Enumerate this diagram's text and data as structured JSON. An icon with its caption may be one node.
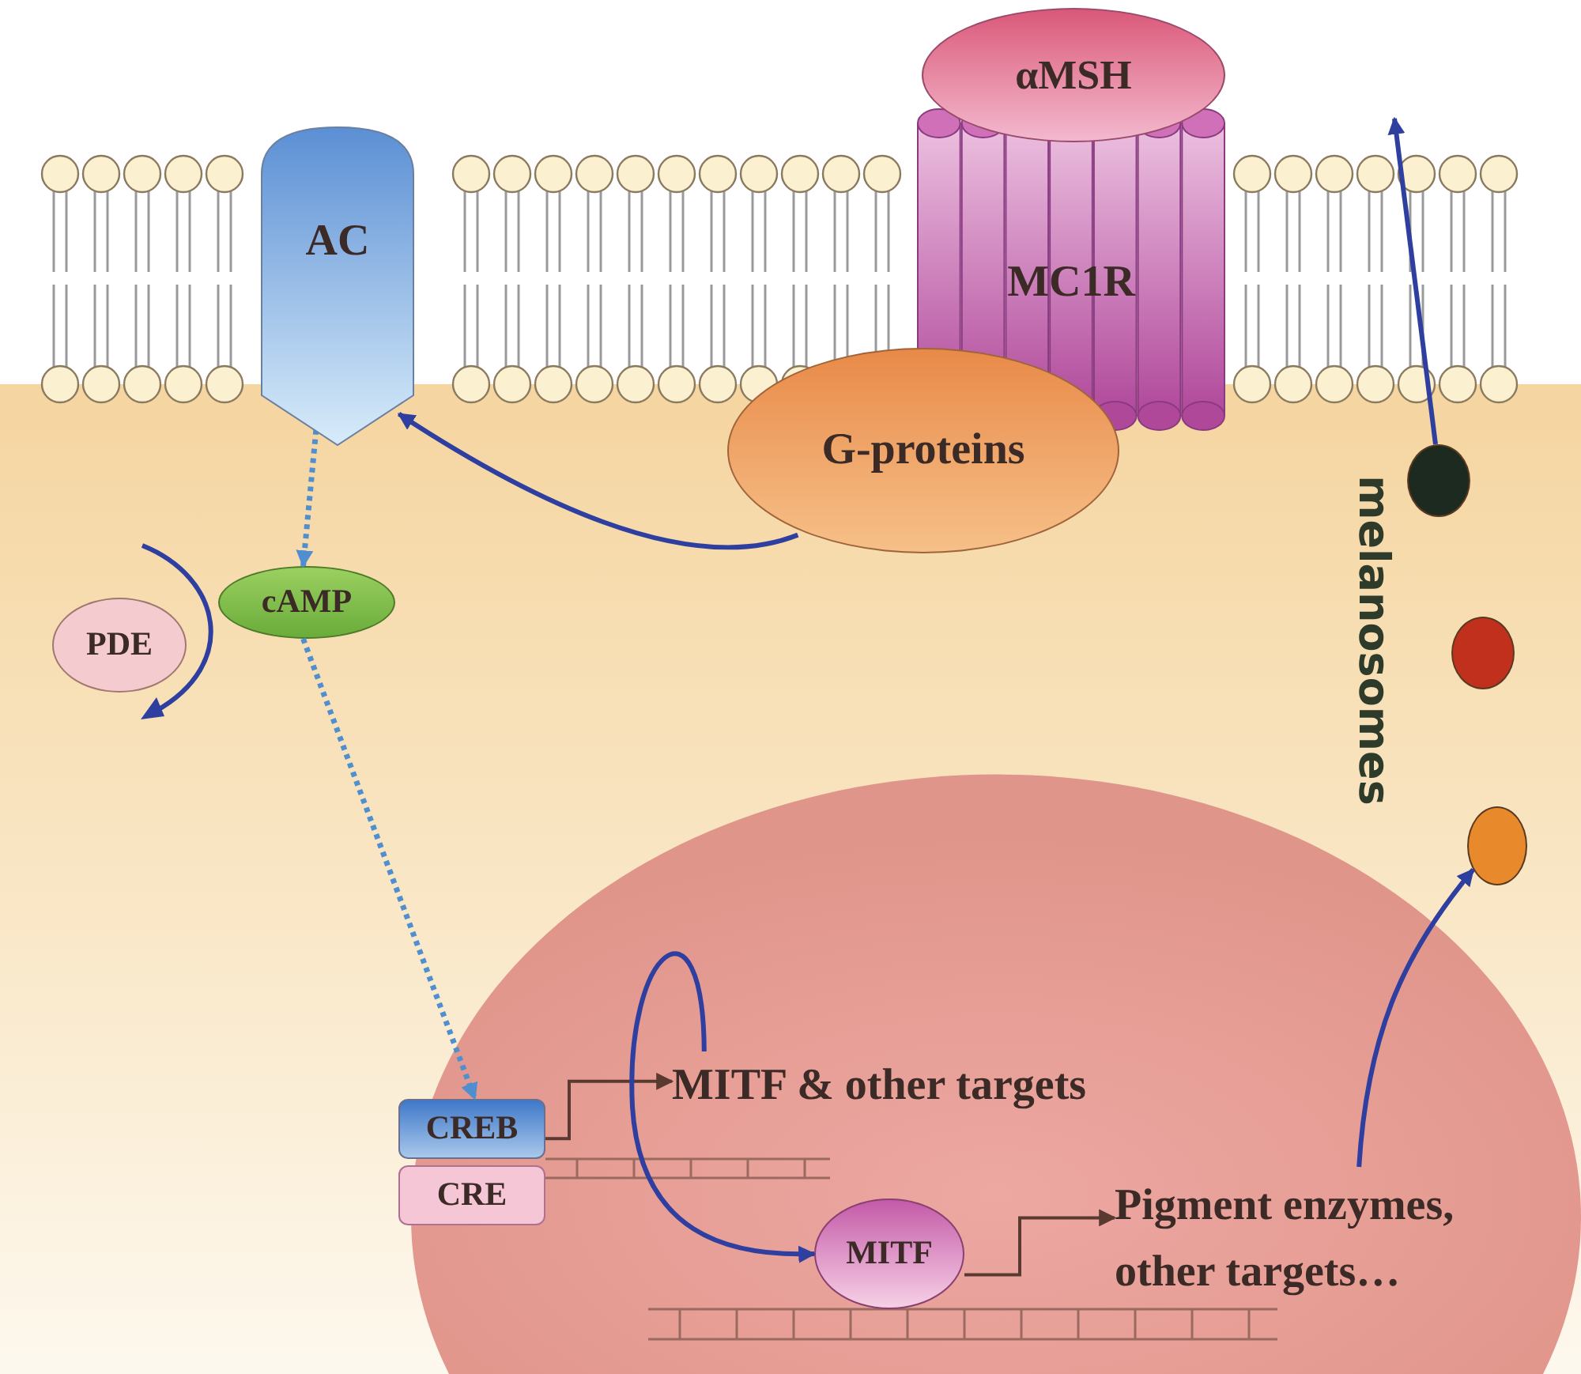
{
  "diagram": {
    "nodes": [
      {
        "text": [
          "αMSH"
        ]
      },
      {
        "text": [
          "AC"
        ]
      },
      {
        "text": [
          "MC1R"
        ]
      },
      {
        "text": [
          "G-proteins"
        ]
      },
      {
        "text": [
          "PDE"
        ]
      },
      {
        "text": [
          "cAMP"
        ]
      },
      {
        "text": [
          "CREB"
        ]
      },
      {
        "text": [
          "CRE"
        ]
      },
      {
        "text": [
          "MITF & other targets"
        ]
      },
      {
        "text": [
          "MITF"
        ]
      },
      {
        "text": [
          "Pigment enzymes, other targets…"
        ]
      },
      {
        "text": [],
        "shape": "circle"
      },
      {
        "text": [],
        "shape": "circle"
      },
      {
        "text": [],
        "shape": "circle"
      }
    ],
    "edges": [
      {
        "from": 1,
        "to": 5,
        "arrow": "to",
        "style": "dashed",
        "color": "#4f8fd0"
      },
      {
        "from": 3,
        "to": 1,
        "arrow": "to"
      },
      {
        "from": 5,
        "to": 6,
        "arrow": "to",
        "style": "dashed",
        "color": "#4f8fd0"
      },
      {
        "from": 6,
        "to": 8,
        "arrow": "to",
        "color": "#5a3a30"
      },
      {
        "from": 8,
        "to": 9,
        "arrow": "to"
      },
      {
        "from": 9,
        "to": 10,
        "arrow": "to",
        "color": "#5a3a30"
      },
      {
        "from": 10,
        "to": 13,
        "arrow": "to"
      },
      {
        "from": 11,
        "to": null,
        "arrow": "to"
      }
    ],
    "labels": [
      "melanosomes"
    ]
  }
}
